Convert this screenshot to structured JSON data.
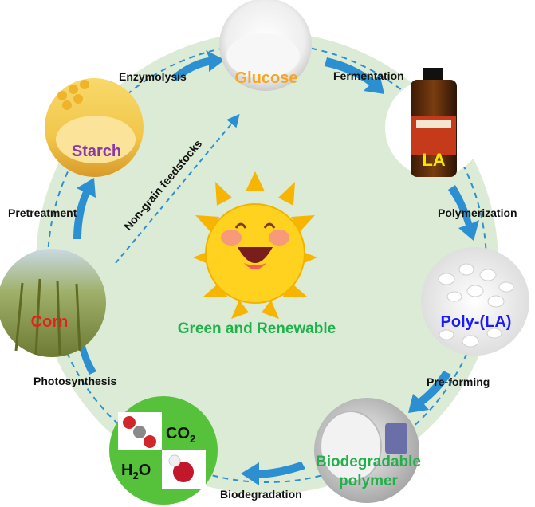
{
  "center": {
    "title": "Green and Renewable",
    "dashed_label": "Non-grain feedstocks"
  },
  "nodes": {
    "glucose": "Glucose",
    "la": "LA",
    "poly_la": "Poly-(LA)",
    "biodegradable_line1": "Biodegradable",
    "biodegradable_line2": "polymer",
    "co2": "CO",
    "co2_sub": "2",
    "h2o_h": "H",
    "h2o_sub": "2",
    "h2o_o": "O",
    "corn": "Corn",
    "starch": "Starch"
  },
  "steps": {
    "enzymolysis": "Enzymolysis",
    "fermentation": "Fermentation",
    "polymerization": "Polymerization",
    "pre_forming": "Pre-forming",
    "biodegradation": "Biodegradation",
    "photosynthesis": "Photosynthesis",
    "pretreatment": "Pretreatment"
  },
  "colors": {
    "background_circle": "#dcebd6",
    "arrow_blue": "#2b8fd1",
    "glucose_text": "#f5a623",
    "la_text": "#f5e600",
    "poly_text": "#1a1aff",
    "biodegradable_text": "#22b04b",
    "corn_text": "#e8201c",
    "starch_text": "#8a3aa8",
    "green_title": "#1fb24a",
    "sun_yellow": "#ffd21f",
    "sun_ray": "#f7b500"
  }
}
